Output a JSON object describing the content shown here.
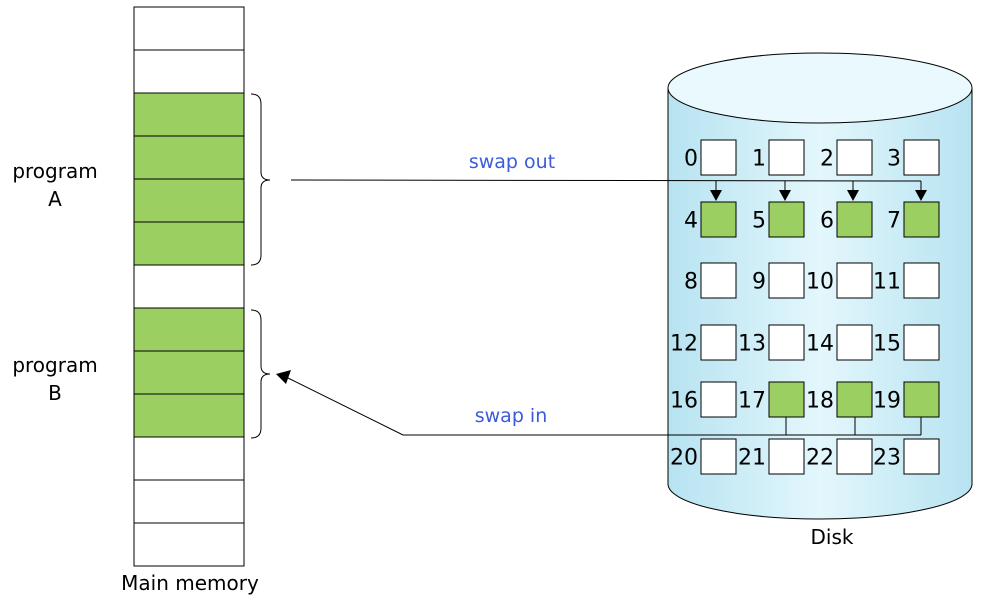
{
  "memory": {
    "caption": "Main memory",
    "blocks": [
      "empty",
      "empty",
      "A",
      "A",
      "A",
      "A",
      "empty",
      "B",
      "B",
      "B",
      "empty",
      "empty",
      "empty"
    ]
  },
  "programs": [
    {
      "line1": "program",
      "line2": "A"
    },
    {
      "line1": "program",
      "line2": "B"
    }
  ],
  "arrows": {
    "swap_out": "swap out",
    "swap_in": "swap in"
  },
  "disk": {
    "caption": "Disk",
    "blocks": [
      {
        "n": "0",
        "fill": false
      },
      {
        "n": "1",
        "fill": false
      },
      {
        "n": "2",
        "fill": false
      },
      {
        "n": "3",
        "fill": false
      },
      {
        "n": "4",
        "fill": true
      },
      {
        "n": "5",
        "fill": true
      },
      {
        "n": "6",
        "fill": true
      },
      {
        "n": "7",
        "fill": true
      },
      {
        "n": "8",
        "fill": false
      },
      {
        "n": "9",
        "fill": false
      },
      {
        "n": "10",
        "fill": false
      },
      {
        "n": "11",
        "fill": false
      },
      {
        "n": "12",
        "fill": false
      },
      {
        "n": "13",
        "fill": false
      },
      {
        "n": "14",
        "fill": false
      },
      {
        "n": "15",
        "fill": false
      },
      {
        "n": "16",
        "fill": false
      },
      {
        "n": "17",
        "fill": true
      },
      {
        "n": "18",
        "fill": true
      },
      {
        "n": "19",
        "fill": true
      },
      {
        "n": "20",
        "fill": false
      },
      {
        "n": "21",
        "fill": false
      },
      {
        "n": "22",
        "fill": false
      },
      {
        "n": "23",
        "fill": false
      }
    ]
  },
  "colors": {
    "green": "#9ccf62",
    "disk_fill": "#c6ecf6",
    "disk_top": "#eaf9fd",
    "text_blue": "#3b5bdb"
  }
}
